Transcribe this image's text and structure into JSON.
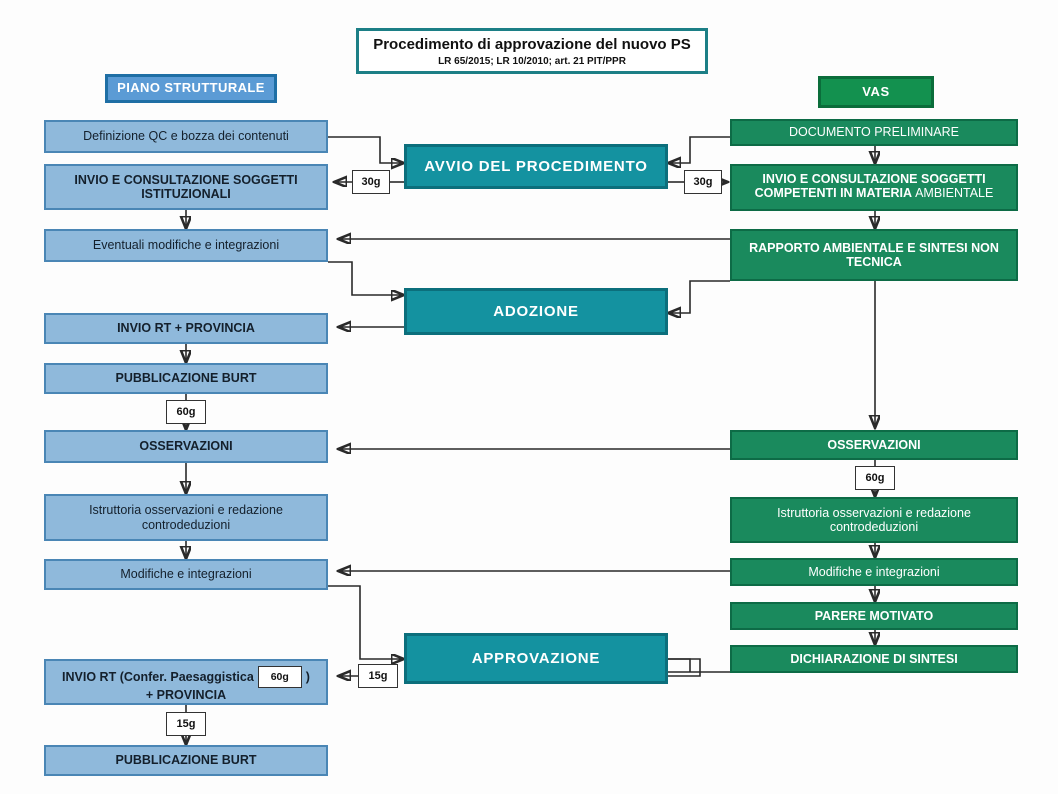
{
  "title": {
    "main": "Procedimento di approvazione del nuovo PS",
    "sub": "LR 65/2015; LR 10/2010; art. 21 PIT/PPR"
  },
  "columns": {
    "left_header": "PIANO STRUTTURALE",
    "right_header": "VAS"
  },
  "colors": {
    "blue_fill": "#8fb9db",
    "blue_header": "#5b9bd5",
    "green_fill": "#1a8a5d",
    "teal_fill": "#1492a0",
    "title_border": "#1c7f86"
  },
  "left": {
    "definizione_qc": "Definizione QC e bozza dei contenuti",
    "invio_consultazione": "INVIO E CONSULTAZIONE SOGGETTI ISTITUZIONALI",
    "eventuali_modifiche": "Eventuali modifiche e integrazioni",
    "invio_rt_provincia": "INVIO RT + PROVINCIA",
    "pubblicazione_burt_1": "PUBBLICAZIONE BURT",
    "osservazioni": "OSSERVAZIONI",
    "istruttoria": "Istruttoria osservazioni e redazione controdeduzioni",
    "modifiche_integrazioni": "Modifiche e integrazioni",
    "invio_rt_confer_a": "INVIO RT (Confer. Paesaggistica",
    "invio_rt_confer_b": ")",
    "invio_rt_confer_c": "+ PROVINCIA",
    "pubblicazione_burt_2": "PUBBLICAZIONE BURT"
  },
  "right": {
    "documento_preliminare": "DOCUMENTO PRELIMINARE",
    "invio_consultazione_a": "INVIO E CONSULTAZIONE SOGGETTI",
    "invio_consultazione_b": "COMPETENTI IN MATERIA ",
    "invio_consultazione_c": "AMBIENTALE",
    "rapporto_ambientale": "RAPPORTO AMBIENTALE E SINTESI NON TECNICA",
    "osservazioni": "OSSERVAZIONI",
    "istruttoria": "Istruttoria osservazioni e redazione controdeduzioni",
    "modifiche_integrazioni": "Modifiche e integrazioni",
    "parere_motivato": "PARERE MOTIVATO",
    "dichiarazione_sintesi": "DICHIARAZIONE DI SINTESI"
  },
  "center": {
    "avvio": "AVVIO DEL PROCEDIMENTO",
    "adozione": "ADOZIONE",
    "approvazione": "APPROVAZIONE"
  },
  "tags": {
    "t30g_left": "30g",
    "t30g_right": "30g",
    "t60g_burt": "60g",
    "t60g_right": "60g",
    "t60g_confer": "60g",
    "t15g_approv": "15g",
    "t15g_burt": "15g"
  }
}
